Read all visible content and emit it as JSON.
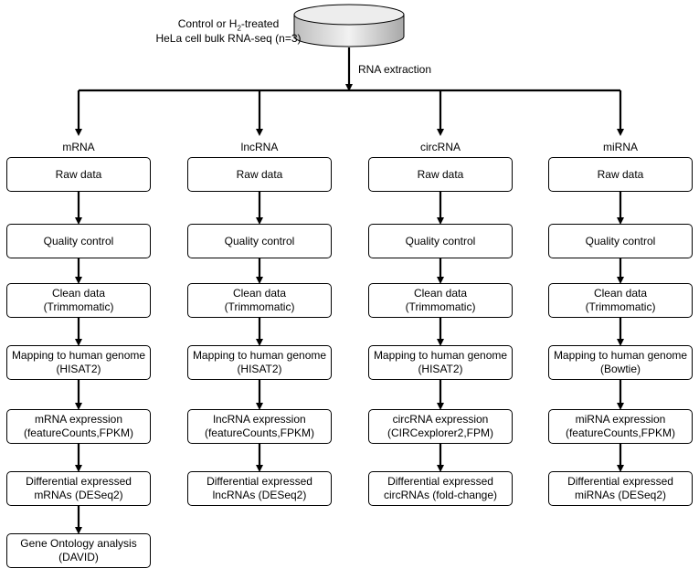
{
  "source": {
    "line1_pre": "Control or H",
    "line1_sub": "2",
    "line1_post": "-treated",
    "line2": "HeLa cell bulk RNA-seq (n=3)"
  },
  "extraction_label": "RNA extraction",
  "branches": [
    {
      "name": "mRNA",
      "steps": [
        {
          "lines": [
            "Raw data"
          ]
        },
        {
          "lines": [
            "Quality control"
          ]
        },
        {
          "lines": [
            "Clean data",
            "(Trimmomatic)"
          ]
        },
        {
          "lines": [
            "Mapping to human genome",
            "(HISAT2)"
          ]
        },
        {
          "lines": [
            "mRNA expression",
            "(featureCounts,FPKM)"
          ]
        },
        {
          "lines": [
            "Differential expressed",
            "mRNAs (DESeq2)"
          ]
        },
        {
          "lines": [
            "Gene Ontology analysis",
            "(DAVID)"
          ]
        }
      ]
    },
    {
      "name": "lncRNA",
      "steps": [
        {
          "lines": [
            "Raw data"
          ]
        },
        {
          "lines": [
            "Quality control"
          ]
        },
        {
          "lines": [
            "Clean data",
            "(Trimmomatic)"
          ]
        },
        {
          "lines": [
            "Mapping to human genome",
            "(HISAT2)"
          ]
        },
        {
          "lines": [
            "lncRNA expression",
            "(featureCounts,FPKM)"
          ]
        },
        {
          "lines": [
            "Differential expressed",
            "lncRNAs (DESeq2)"
          ]
        }
      ]
    },
    {
      "name": "circRNA",
      "steps": [
        {
          "lines": [
            "Raw data"
          ]
        },
        {
          "lines": [
            "Quality control"
          ]
        },
        {
          "lines": [
            "Clean data",
            "(Trimmomatic)"
          ]
        },
        {
          "lines": [
            "Mapping to human genome",
            "(HISAT2)"
          ]
        },
        {
          "lines": [
            "circRNA expression",
            "(CIRCexplorer2,FPM)"
          ]
        },
        {
          "lines": [
            "Differential expressed",
            "circRNAs (fold-change)"
          ]
        }
      ]
    },
    {
      "name": "miRNA",
      "steps": [
        {
          "lines": [
            "Raw data"
          ]
        },
        {
          "lines": [
            "Quality control"
          ]
        },
        {
          "lines": [
            "Clean data",
            "(Trimmomatic)"
          ]
        },
        {
          "lines": [
            "Mapping to human genome",
            "(Bowtie)"
          ]
        },
        {
          "lines": [
            "miRNA expression",
            "(featureCounts,FPKM)"
          ]
        },
        {
          "lines": [
            "Differential expressed",
            "miRNAs (DESeq2)"
          ]
        }
      ]
    }
  ]
}
